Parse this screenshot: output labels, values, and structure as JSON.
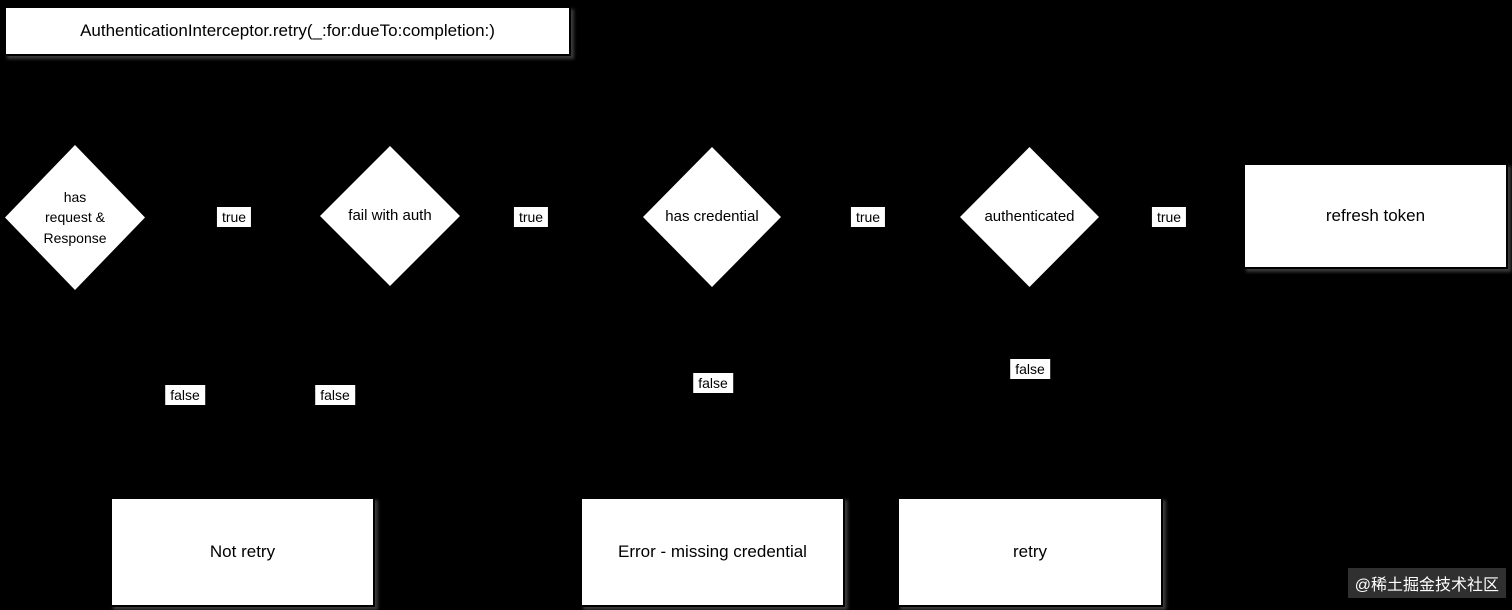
{
  "diagram": {
    "title": "AuthenticationInterceptor.retry(_:for:dueTo:completion:)",
    "decisions": [
      {
        "label": "has\nrequest &\nResponse"
      },
      {
        "label": "fail with auth"
      },
      {
        "label": "has credential"
      },
      {
        "label": "authenticated"
      }
    ],
    "edge_labels": {
      "true1": "true",
      "true2": "true",
      "true3": "true",
      "true4": "true",
      "false1": "false",
      "false2": "false",
      "false3": "false",
      "false4": "false"
    },
    "end_nodes": {
      "refresh_token": "refresh token",
      "not_retry": "Not retry",
      "error_missing_credential": "Error - missing credential",
      "retry": "retry"
    },
    "watermark": "@稀土掘金技术社区",
    "colors": {
      "background": "#000000",
      "node_fill": "#ffffff",
      "node_border": "#000000",
      "text": "#000000",
      "watermark_text": "#ffffff"
    }
  }
}
